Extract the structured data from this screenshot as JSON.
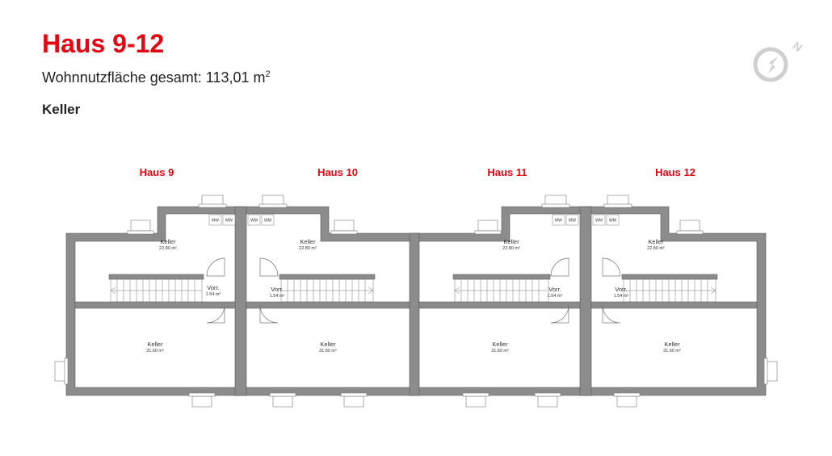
{
  "header": {
    "title": "Haus 9-12",
    "subtitle": "Wohnnutzfläche gesamt: 113,01 m",
    "subtitle_sup": "2",
    "floor": "Keller"
  },
  "compass": {
    "icon": "compass-north-icon",
    "label": "N"
  },
  "colors": {
    "accent": "#e30613",
    "wall": "#8c8c8c",
    "text": "#222222"
  },
  "houses": [
    {
      "name": "Haus 9",
      "keller_top": {
        "label": "Keller",
        "area": "22.80 m²"
      },
      "vorr": {
        "label": "Vorr.",
        "area": "1.54 m²"
      },
      "keller_bottom": {
        "label": "Keller",
        "area": "31.60 m²"
      },
      "fixtures": [
        "MW",
        "MW"
      ]
    },
    {
      "name": "Haus 10",
      "keller_top": {
        "label": "Keller",
        "area": "22.80 m²"
      },
      "vorr": {
        "label": "Vorr.",
        "area": "1.54 m²"
      },
      "keller_bottom": {
        "label": "Keller",
        "area": "31.60 m²"
      },
      "fixtures": [
        "WM",
        "WM"
      ]
    },
    {
      "name": "Haus 11",
      "keller_top": {
        "label": "Keller",
        "area": "22.80 m²"
      },
      "vorr": {
        "label": "Vorr.",
        "area": "1.54 m²"
      },
      "keller_bottom": {
        "label": "Keller",
        "area": "31.60 m²"
      },
      "fixtures": [
        "MW",
        "MW"
      ]
    },
    {
      "name": "Haus 12",
      "keller_top": {
        "label": "Keller",
        "area": "22.80 m²"
      },
      "vorr": {
        "label": "Vorr.",
        "area": "1.54 m²"
      },
      "keller_bottom": {
        "label": "Keller",
        "area": "31.60 m²"
      },
      "fixtures": [
        "WM",
        "WM"
      ]
    }
  ]
}
